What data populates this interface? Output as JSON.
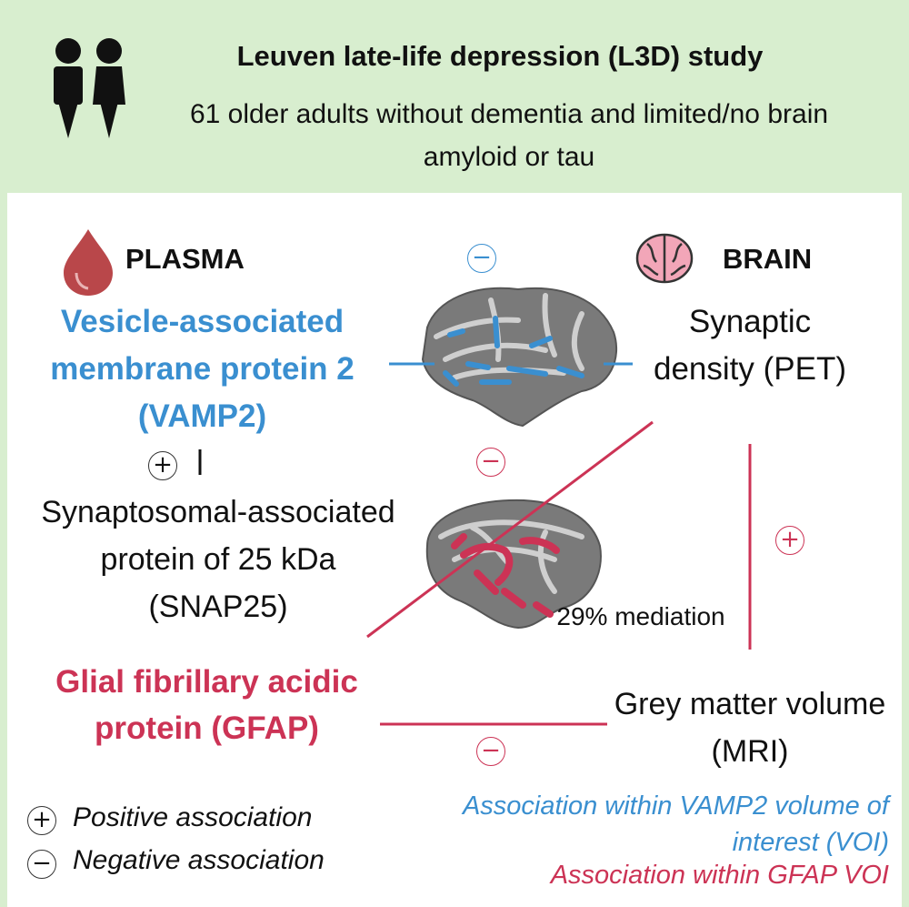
{
  "header": {
    "title": "Leuven late-life depression (L3D) study",
    "subtitle": "61 older adults without dementia and limited/no brain amyloid or tau"
  },
  "plasma": {
    "label": "PLASMA",
    "vamp2": "Vesicle-associated membrane protein 2 (VAMP2)",
    "snap25": "Synaptosomal-associated protein of 25 kDa (SNAP25)",
    "gfap": "Glial fibrillary acidic protein (GFAP)"
  },
  "brain": {
    "label": "BRAIN",
    "synaptic_density": "Synaptic density (PET)",
    "grey_matter": "Grey matter volume (MRI)"
  },
  "mediation": "29% mediation",
  "signs": {
    "plus": "+",
    "minus": "−"
  },
  "legend": {
    "positive": "Positive association",
    "negative": "Negative association",
    "voi_vamp2": "Association within VAMP2 volume of interest (VOI)",
    "voi_gfap": "Association within GFAP VOI"
  },
  "colors": {
    "header_bg": "#d8eecf",
    "blue": "#3a8fd0",
    "red": "#cc3355",
    "blood_drop": "#b9474a",
    "brain_icon": "#f2a6b8"
  },
  "icons": [
    "people-icon",
    "blood-drop-icon",
    "brain-icon"
  ]
}
